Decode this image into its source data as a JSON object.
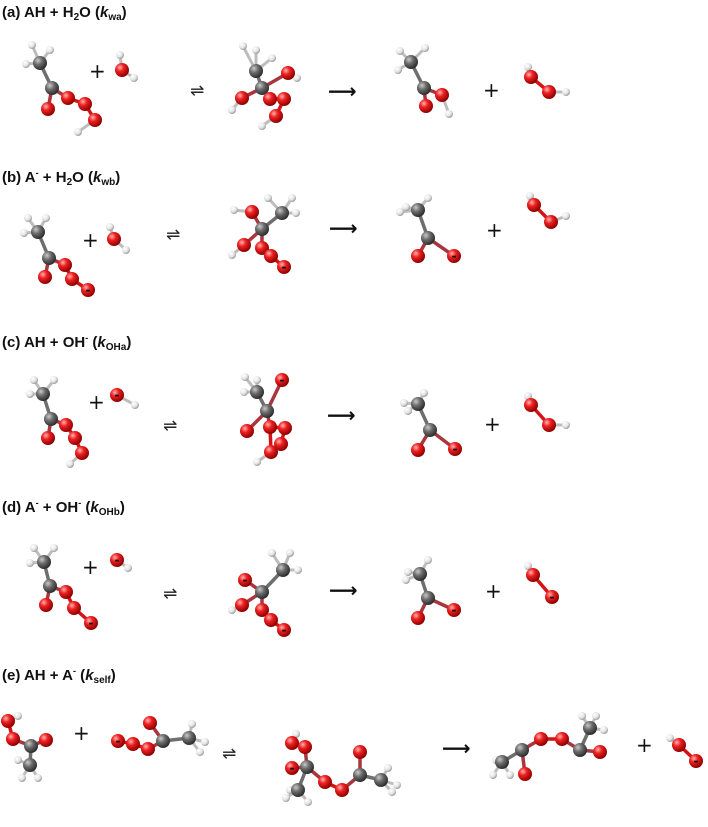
{
  "panels": [
    {
      "id": "a",
      "label": "(a)",
      "title_text": "AH + H",
      "title_sub": "2",
      "title_tail": "O (",
      "k_symbol": "k",
      "k_sub": "wa",
      "close": ")"
    },
    {
      "id": "b",
      "label": "(b)",
      "title_text": "A",
      "title_sup": "-",
      "title_mid": " + H",
      "title_sub": "2",
      "title_tail": "O (",
      "k_symbol": "k",
      "k_sub": "wb",
      "close": ")"
    },
    {
      "id": "c",
      "label": "(c)",
      "title_text": "AH + OH",
      "title_sup": "-",
      "title_tail": " (",
      "k_symbol": "k",
      "k_sub": "OHa",
      "close": ")"
    },
    {
      "id": "d",
      "label": "(d)",
      "title_text": "A",
      "title_sup": "-",
      "title_mid": " + OH",
      "title_sup2": "-",
      "title_tail": " (",
      "k_symbol": "k",
      "k_sub": "OHb",
      "close": ")"
    },
    {
      "id": "e",
      "label": "(e)",
      "title_text": "AH + A",
      "title_sup": "-",
      "title_tail": " (",
      "k_symbol": "k",
      "k_sub": "self",
      "close": ")"
    }
  ],
  "symbols": {
    "plus": "+",
    "equilibrium": "⇌",
    "arrow": "⟶",
    "charge": "-"
  },
  "colors": {
    "carbon": "#5a5a5a",
    "oxygen": "#e01515",
    "hydrogen": "#e6e6e6"
  }
}
